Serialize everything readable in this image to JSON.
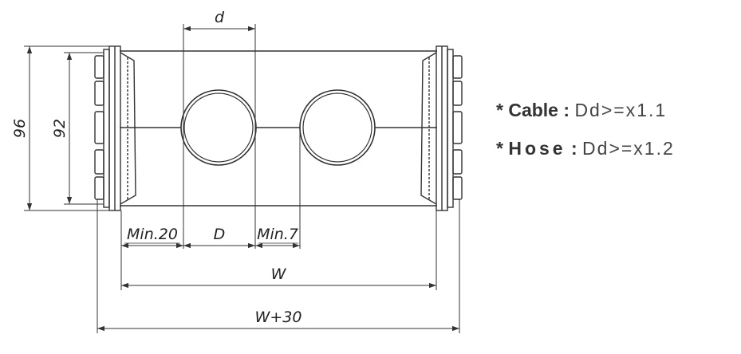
{
  "diagram": {
    "labels": {
      "d": "d",
      "height_outer": "96",
      "height_inner": "92",
      "min_left": "Min.20",
      "D": "D",
      "min_right": "Min.7",
      "W": "W",
      "W_plus": "W+30"
    }
  },
  "notes": [
    {
      "prefix": "* ",
      "name": "Cable",
      "sep": " : ",
      "formula": "Dd>=x1.1"
    },
    {
      "prefix": "* ",
      "name": "Hose",
      "sep": " : ",
      "formula": "Dd>=x1.2"
    }
  ],
  "colors": {
    "line": "#333333",
    "text": "#444444"
  }
}
